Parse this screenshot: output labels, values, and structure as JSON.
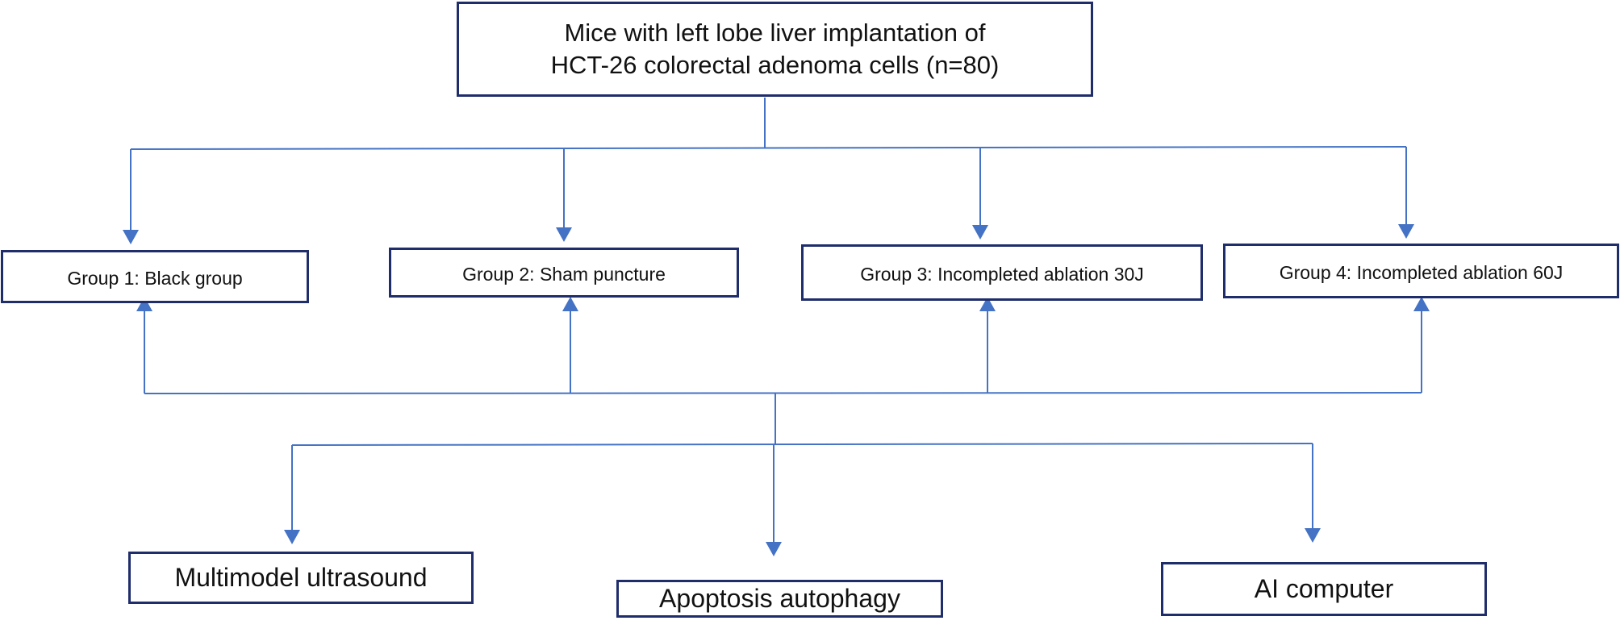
{
  "diagram": {
    "type": "flowchart",
    "line_color": "#4472c4",
    "box_border_color": "#1f2d6b",
    "top_box": {
      "line1": "Mice with left lobe liver implantation of",
      "line2": "HCT-26 colorectal adenoma cells (n=80)"
    },
    "groups": [
      {
        "label": "Group 1:  Black group"
      },
      {
        "label": "Group 2:  Sham puncture"
      },
      {
        "label": "Group 3: Incompleted ablation 30J"
      },
      {
        "label": "Group 4: Incompleted ablation 60J"
      }
    ],
    "outcomes": [
      {
        "label": "Multimodel ultrasound"
      },
      {
        "label": "Apoptosis autophagy"
      },
      {
        "label": "AI computer"
      }
    ]
  }
}
